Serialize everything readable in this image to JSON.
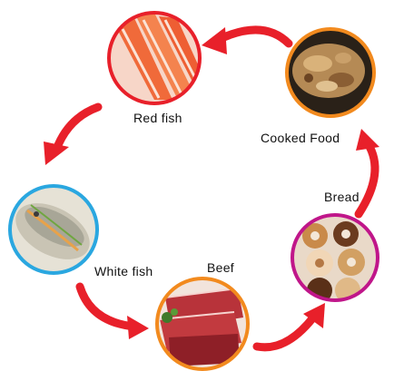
{
  "nodes": [
    {
      "id": "red-fish",
      "label": "Red fish",
      "ring_color": "#e8202a"
    },
    {
      "id": "cooked-food",
      "label": "Cooked Food",
      "ring_color": "#f28a1e"
    },
    {
      "id": "bread",
      "label": "Bread",
      "ring_color": "#c0168a"
    },
    {
      "id": "beef",
      "label": "Beef",
      "ring_color": "#f28a1e"
    },
    {
      "id": "white-fish",
      "label": "White fish",
      "ring_color": "#2aa7e0"
    }
  ],
  "arrow_color": "#e8202a",
  "cycle_order": [
    "Cooked Food",
    "Red fish",
    "White fish",
    "Beef",
    "Bread",
    "Cooked Food"
  ]
}
